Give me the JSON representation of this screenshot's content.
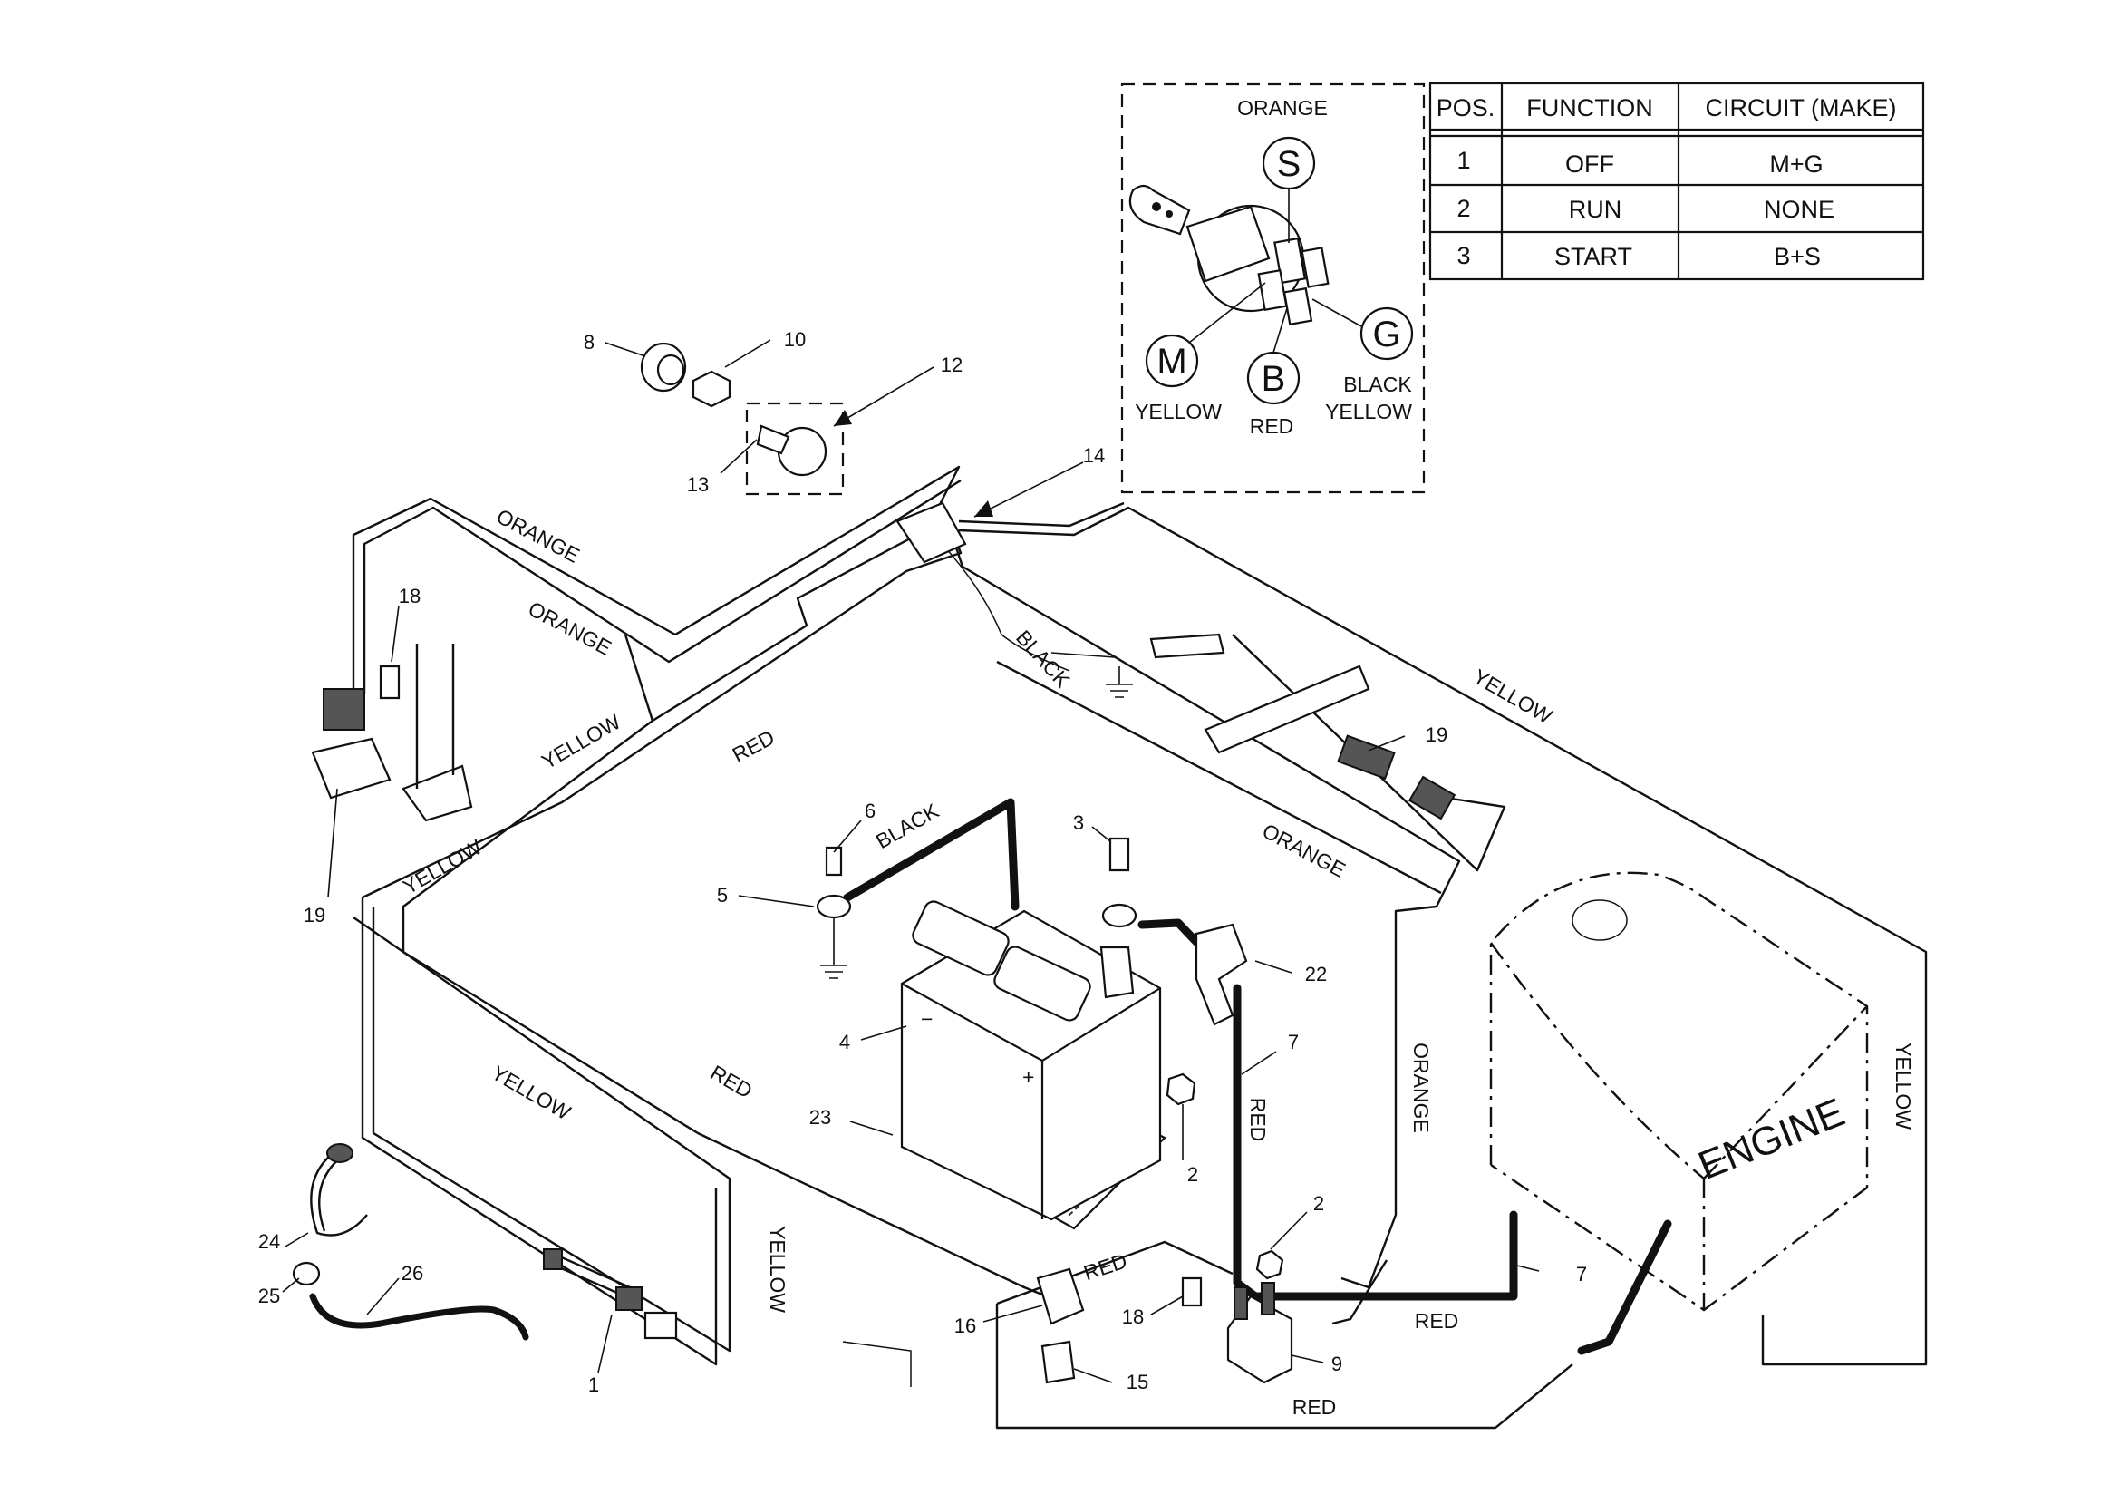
{
  "switch_table": {
    "headers": [
      "POS.",
      "FUNCTION",
      "CIRCUIT (MAKE)"
    ],
    "rows": [
      [
        "1",
        "OFF",
        "M+G"
      ],
      [
        "2",
        "RUN",
        "NONE"
      ],
      [
        "3",
        "START",
        "B+S"
      ]
    ]
  },
  "ignition_detail": {
    "terminals": {
      "s": "S",
      "m": "M",
      "b": "B",
      "g": "G"
    },
    "wire_labels": {
      "s": "ORANGE",
      "m": "YELLOW",
      "b": "RED",
      "g_top": "BLACK",
      "g_bottom": "YELLOW"
    }
  },
  "wire_labels": {
    "orange_1": "ORANGE",
    "orange_2": "ORANGE",
    "orange_3": "ORANGE",
    "orange_4": "ORANGE",
    "yellow_1": "YELLOW",
    "yellow_2": "YELLOW",
    "yellow_3": "YELLOW",
    "yellow_4": "YELLOW",
    "yellow_5": "YELLOW",
    "yellow_6": "YELLOW",
    "red_1": "RED",
    "red_2": "RED",
    "red_3": "RED",
    "red_4": "RED",
    "red_5": "RED",
    "red_6": "RED",
    "black_1": "BLACK",
    "black_2": "BLACK"
  },
  "engine_label": "ENGINE",
  "part_numbers": {
    "p1": "1",
    "p2a": "2",
    "p2b": "2",
    "p3": "3",
    "p4": "4",
    "p5": "5",
    "p6": "6",
    "p7a": "7",
    "p7b": "7",
    "p8": "8",
    "p9": "9",
    "p10": "10",
    "p12": "12",
    "p13": "13",
    "p14": "14",
    "p15": "15",
    "p16": "16",
    "p18a": "18",
    "p18b": "18",
    "p19a": "19",
    "p19b": "19",
    "p22": "22",
    "p23": "23",
    "p24": "24",
    "p25": "25",
    "p26": "26"
  }
}
